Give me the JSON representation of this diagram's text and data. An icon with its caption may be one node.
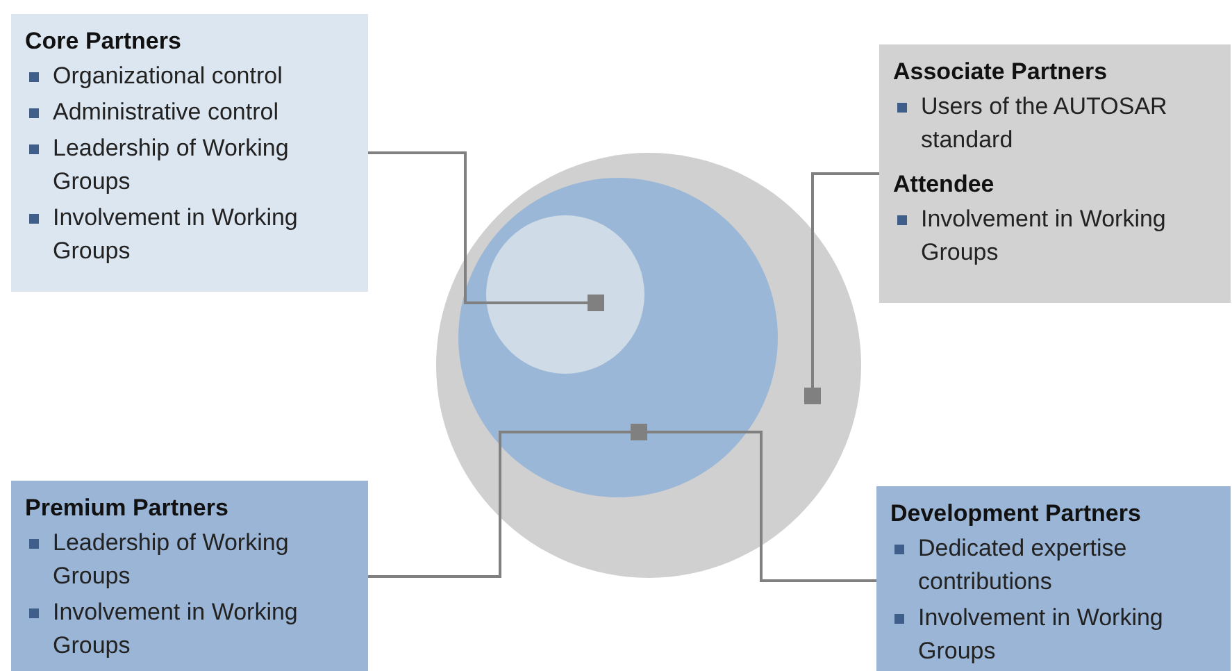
{
  "diagram": {
    "nodes": [
      {
        "text": [
          "Core Partners",
          "Organizational control",
          "Administrative control",
          "Leadership of Working Groups",
          "Involvement in Working Groups"
        ]
      },
      {
        "text": [
          "Associate Partners",
          "Users of the AUTOSAR standard",
          "Attendee",
          "Involvement in Working Groups"
        ]
      },
      {
        "text": [
          "Premium Partners",
          "Leadership of Working Groups",
          "Involvement in Working Groups"
        ]
      },
      {
        "text": [
          "Development Partners",
          "Dedicated expertise contributions",
          "Involvement in Working Groups"
        ]
      },
      {
        "text": [],
        "shape": "circle"
      },
      {
        "text": [],
        "shape": "circle",
        "in": 4
      },
      {
        "text": [],
        "shape": "circle",
        "in": 5
      }
    ],
    "edges": [
      {
        "from": 0,
        "to": 6,
        "arrow": "other"
      },
      {
        "from": 1,
        "to": 4,
        "arrow": "other"
      },
      {
        "from": 2,
        "to": 5,
        "arrow": "other"
      },
      {
        "from": 3,
        "to": 5,
        "arrow": "other"
      }
    ]
  }
}
